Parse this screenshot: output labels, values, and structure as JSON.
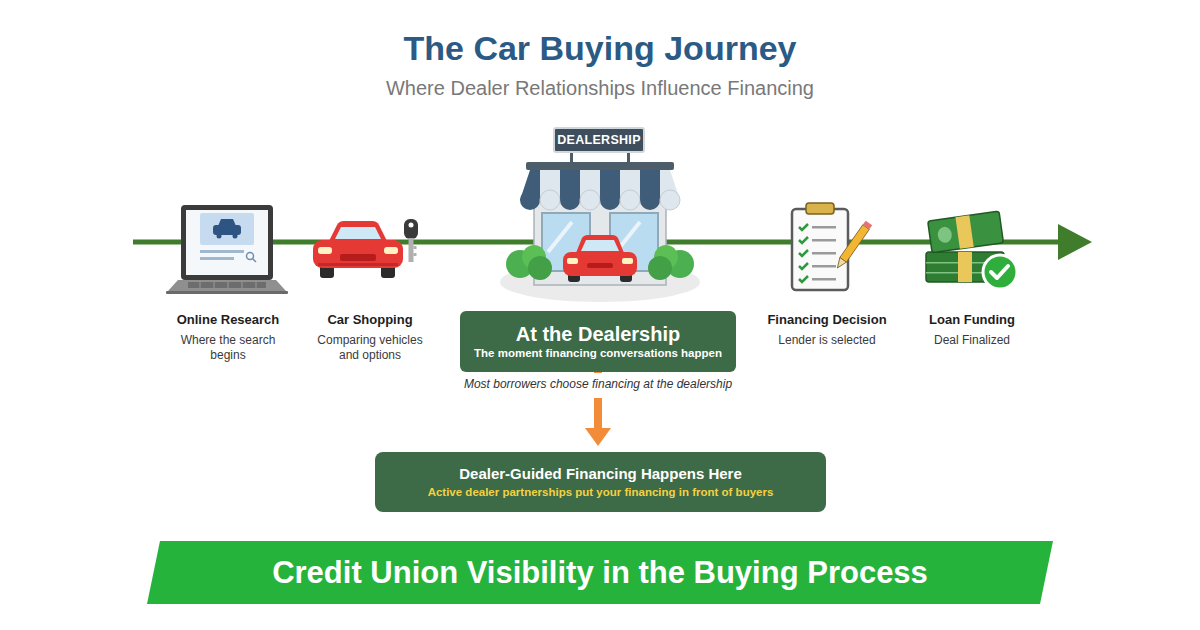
{
  "diagram": {
    "title": "The Car Buying Journey",
    "nodes": [
      {
        "text": [
          "DEALERSHIP"
        ]
      },
      {
        "text": [
          "At the Dealership",
          "The moment financing conversations happen"
        ]
      },
      {
        "text": [
          "Dealer-Guided Financing Happens Here",
          "Active dealer partnerships put your financing in front of buyers"
        ]
      },
      {
        "text": [
          "Credit Union Visibility in the Buying Process"
        ]
      }
    ],
    "edges": [
      {
        "from": 1,
        "to": 2,
        "arrow": "to"
      }
    ],
    "labels": [
      "Where Dealer Relationships Influence Financing",
      "Online Research",
      "Where the search begins",
      "Car Shopping",
      "Comparing vehicles and options",
      "Financing Decision",
      "Lender is selected",
      "Loan Funding",
      "Deal Finalized",
      "Most borrowers choose financing at the dealership"
    ]
  }
}
